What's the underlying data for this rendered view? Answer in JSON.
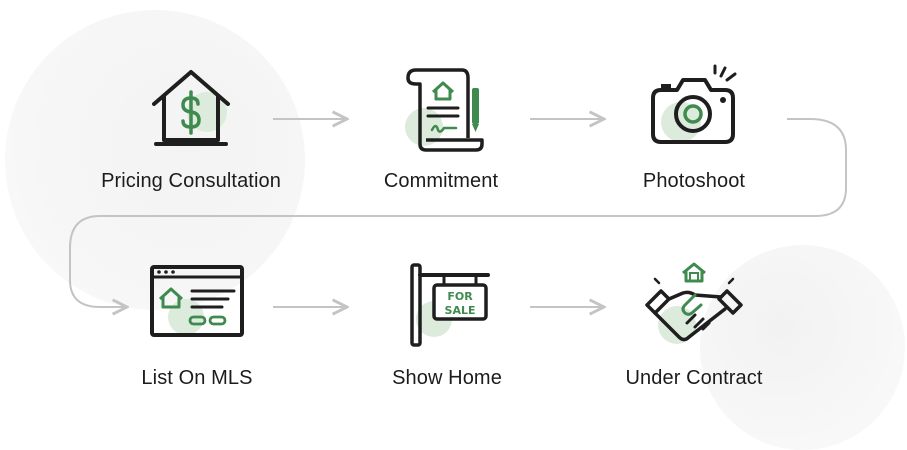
{
  "steps": [
    {
      "id": "pricing-consultation",
      "label": "Pricing Consultation",
      "icon": "house-dollar-icon"
    },
    {
      "id": "commitment",
      "label": "Commitment",
      "icon": "contract-scroll-icon"
    },
    {
      "id": "photoshoot",
      "label": "Photoshoot",
      "icon": "camera-icon"
    },
    {
      "id": "list-on-mls",
      "label": "List On MLS",
      "icon": "browser-listing-icon"
    },
    {
      "id": "show-home",
      "label": "Show Home",
      "icon": "for-sale-sign-icon"
    },
    {
      "id": "under-contract",
      "label": "Under Contract",
      "icon": "handshake-icon"
    }
  ],
  "sign": {
    "line1": "FOR",
    "line2": "SALE"
  },
  "colors": {
    "accent": "#3f8a4f",
    "outline": "#1e1e1e",
    "connector": "#c4c4c4",
    "blob": "#dcebdc"
  }
}
